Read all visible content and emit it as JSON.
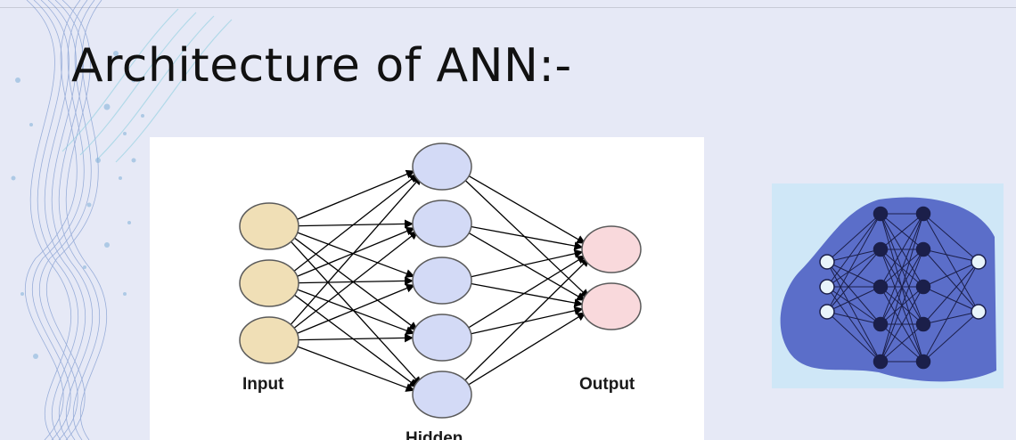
{
  "slide": {
    "title": "Architecture of ANN:-"
  },
  "diagram": {
    "layers": [
      {
        "label": "Input",
        "node_count": 3,
        "color": "#f0dfb6",
        "stroke": "#5a5a5a"
      },
      {
        "label": "Hidden",
        "node_count": 5,
        "color": "#d3daf6",
        "stroke": "#5a5a5a"
      },
      {
        "label": "Output",
        "node_count": 2,
        "color": "#f9d9dc",
        "stroke": "#5a5a5a"
      }
    ],
    "connection_style": "fully-connected arrows"
  },
  "icon": {
    "name": "neural-network-icon",
    "layers": [
      3,
      5,
      5,
      2
    ],
    "blob_color": "#5b6ec9",
    "node_color": "#1b1f4a",
    "io_node_color": "#e8f4fb",
    "background": "#cfe7f7"
  }
}
